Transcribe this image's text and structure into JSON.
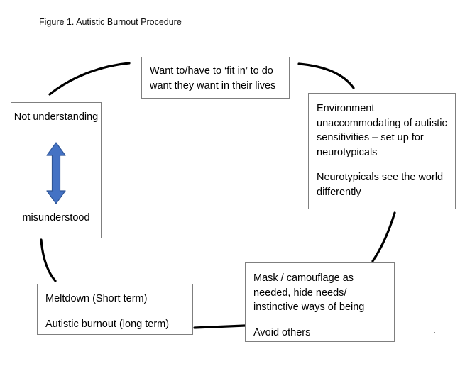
{
  "figure": {
    "caption": "Figure 1. Autistic Burnout Procedure",
    "trailing_mark": "."
  },
  "colors": {
    "arrow_fill": "#4472C4",
    "arrow_stroke": "#2E5597",
    "box_border": "#7F7F7F",
    "connector": "#000000",
    "text": "#000000",
    "background": "#FFFFFF"
  },
  "nodes": {
    "fit_in": {
      "id": "want-to-fit-in",
      "lines": [
        "Want to/have to ‘fit in’ to do",
        "want they want in their lives"
      ],
      "text": "Want to/have to ‘fit in’ to do want they want in their lives"
    },
    "environment": {
      "id": "environment-unaccommodating",
      "paragraph_1": "Environment unaccommodating of autistic sensitivities – set up for neurotypicals",
      "paragraph_2": "Neurotypicals see the world differently"
    },
    "mask": {
      "id": "mask-camouflage",
      "paragraph_1": "Mask / camouflage as needed, hide needs/ instinctive ways of being",
      "paragraph_2": "Avoid others"
    },
    "meltdown": {
      "id": "meltdown-burnout",
      "paragraph_1": "Meltdown (Short term)",
      "paragraph_2": "Autistic burnout (long term)"
    },
    "not_understanding": {
      "id": "not-understanding-misunderstood",
      "top_label": "Not understanding",
      "bottom_label": "misunderstood",
      "arrow": "double-headed-vertical-arrow"
    }
  },
  "connectors": [
    {
      "id": "meltdown-to-not-understanding",
      "from": "meltdown",
      "to": "not_understanding",
      "style": "curved-line"
    },
    {
      "id": "not-understanding-to-fit-in",
      "from": "not_understanding",
      "to": "fit_in",
      "style": "curved-line"
    },
    {
      "id": "fit-in-to-environment",
      "from": "fit_in",
      "to": "environment",
      "style": "curved-line"
    },
    {
      "id": "environment-to-mask",
      "from": "environment",
      "to": "mask",
      "style": "curved-line"
    },
    {
      "id": "mask-to-meltdown",
      "from": "mask",
      "to": "meltdown",
      "style": "straight-line"
    }
  ]
}
